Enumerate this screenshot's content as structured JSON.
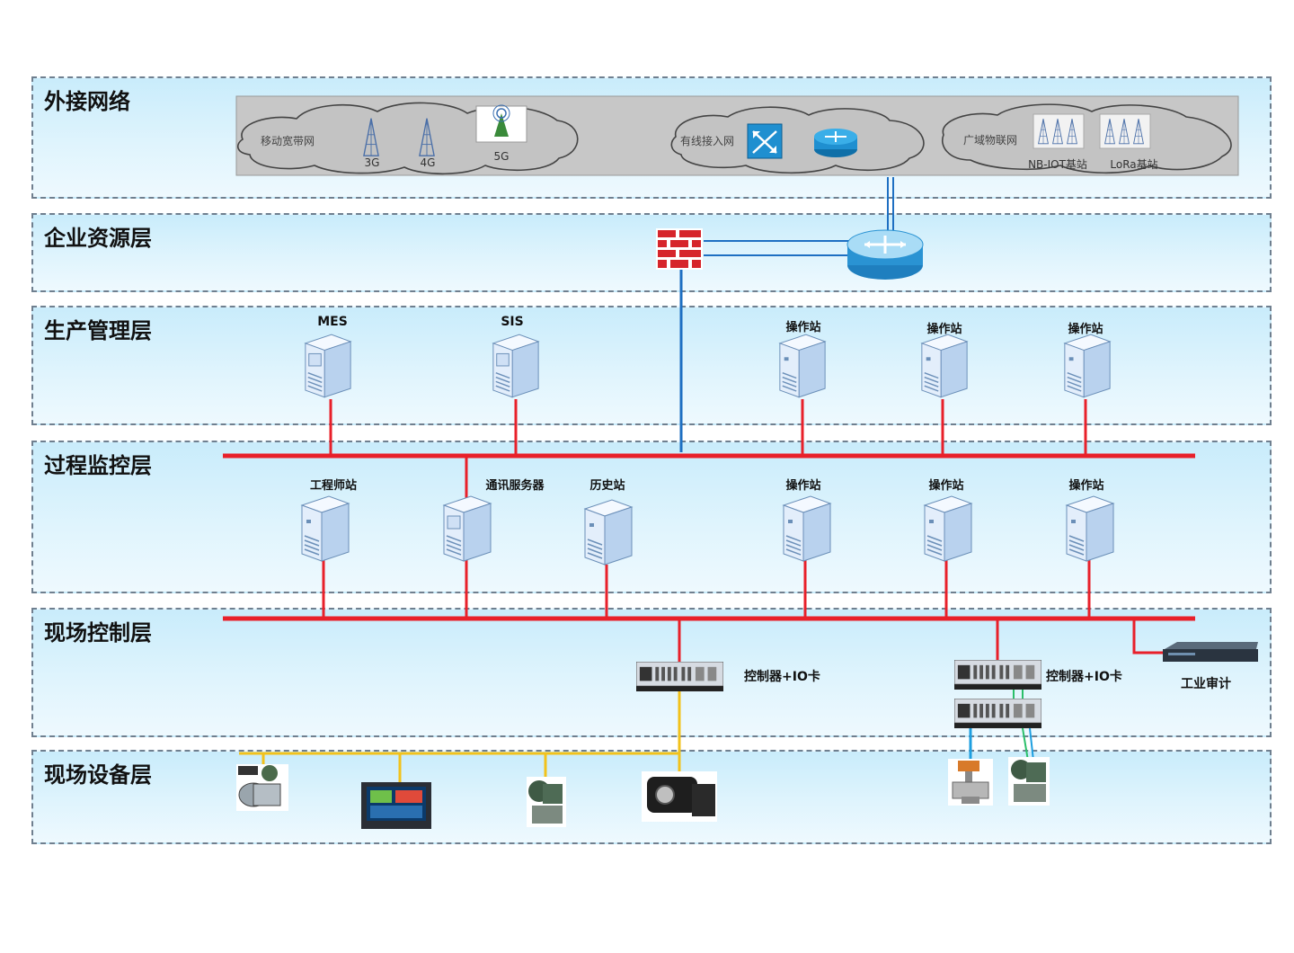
{
  "layers": [
    {
      "title": "外接网络"
    },
    {
      "title": "企业资源层"
    },
    {
      "title": "生产管理层"
    },
    {
      "title": "过程监控层"
    },
    {
      "title": "现场控制层"
    },
    {
      "title": "现场设备层"
    }
  ],
  "external": {
    "mobile_net": "移动宽带网",
    "g3": "3G",
    "g4": "4G",
    "g5": "5G",
    "wired_net": "有线接入网",
    "wan_iot": "广域物联网",
    "nb_iot": "NB-IOT基站",
    "lora": "LoRa基站"
  },
  "production": {
    "mes": "MES",
    "sis": "SIS",
    "op1": "操作站",
    "op2": "操作站",
    "op3": "操作站"
  },
  "supervision": {
    "eng": "工程师站",
    "comm": "通讯服务器",
    "hist": "历史站",
    "op1": "操作站",
    "op2": "操作站",
    "op3": "操作站"
  },
  "control": {
    "ctrl1": "控制器+IO卡",
    "ctrl2": "控制器+IO卡",
    "audit": "工业审计"
  },
  "colors": {
    "bus": "#e8202a",
    "blue_link": "#1e6fc2",
    "field_bus": "#f2c21b",
    "layer_border": "#6f7f8f"
  }
}
